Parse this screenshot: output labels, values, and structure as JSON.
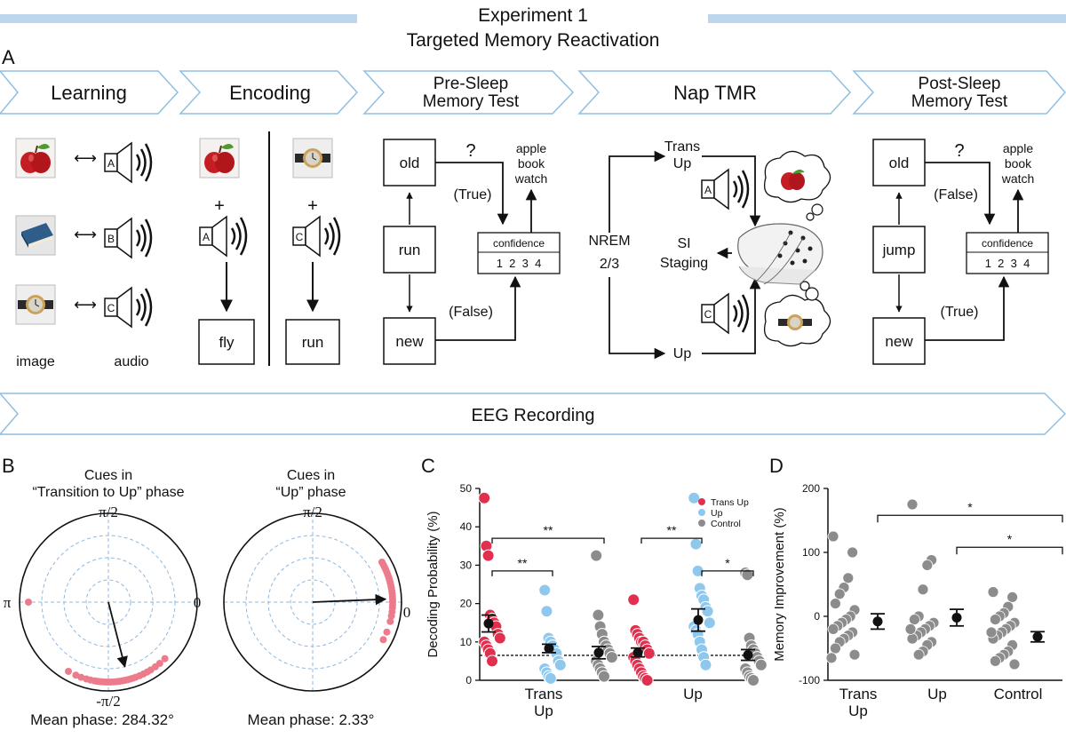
{
  "header": {
    "line1": "Experiment 1",
    "line2": "Targeted Memory Reactivation",
    "accent_color": "#bcd6ee"
  },
  "panel_labels": {
    "a": "A",
    "b": "B",
    "c": "C",
    "d": "D"
  },
  "steps": [
    {
      "label_1": "Learning",
      "label_2": ""
    },
    {
      "label_1": "Encoding",
      "label_2": ""
    },
    {
      "label_1": "Pre-Sleep",
      "label_2": "Memory Test"
    },
    {
      "label_1": "Nap TMR",
      "label_2": ""
    },
    {
      "label_1": "Post-Sleep",
      "label_2": "Memory Test"
    }
  ],
  "learning": {
    "pairs": [
      {
        "image_icon": "apple-icon",
        "sound": "A"
      },
      {
        "image_icon": "book-icon",
        "sound": "B"
      },
      {
        "image_icon": "watch-icon",
        "sound": "C"
      }
    ],
    "arrow_symbol": "⟷",
    "caption_image": "image",
    "caption_audio": "audio"
  },
  "encoding": {
    "plus": "+",
    "left": {
      "image_icon": "apple-icon",
      "sound": "A",
      "word": "fly"
    },
    "right": {
      "image_icon": "watch-icon",
      "sound": "C",
      "word": "run"
    }
  },
  "pre_test": {
    "box_top": "old",
    "box_mid": "run",
    "box_bottom": "new",
    "question": "?",
    "true_label": "(True)",
    "false_label": "(False)",
    "answers": [
      "apple",
      "book",
      "watch"
    ],
    "confidence_label": "confidence",
    "confidence_scale": "1  2  3  4"
  },
  "nap": {
    "trans_line1": "Trans",
    "trans_line2": "Up",
    "nrem_line1": "NREM",
    "nrem_line2": "2/3",
    "si_line1": "SI",
    "si_line2": "Staging",
    "up_label": "Up",
    "sound_top": "A",
    "sound_bottom": "C"
  },
  "post_test": {
    "box_top": "old",
    "box_mid": "jump",
    "box_bottom": "new",
    "question": "?",
    "false_label": "(False)",
    "true_label": "(True)",
    "answers": [
      "apple",
      "book",
      "watch"
    ],
    "confidence_label": "confidence",
    "confidence_scale": "1  2  3  4"
  },
  "eeg_label": "EEG Recording",
  "polar": {
    "left": {
      "title_1": "Cues in",
      "title_2": "“Transition to Up” phase",
      "label_top": "π/2",
      "label_left": "π",
      "label_right": "0",
      "label_bottom": "-π/2",
      "mean_caption": "Mean phase: 284.32°",
      "mean_phase_deg": 284.32,
      "resultant_length": 0.75,
      "points_deg": [
        180,
        240,
        246,
        250,
        254,
        257,
        260,
        262,
        264,
        266,
        268,
        270,
        272,
        274,
        276,
        278,
        280,
        282,
        284,
        286,
        288,
        290,
        293,
        296,
        299,
        302,
        306,
        310,
        315
      ]
    },
    "right": {
      "title_1": "Cues in",
      "title_2": "“Up” phase",
      "label_top": "π/2",
      "label_right": "0",
      "label_bottom": "",
      "mean_caption": "Mean phase: 2.33°",
      "mean_phase_deg": 2.33,
      "resultant_length": 0.82,
      "points_deg": [
        -28,
        -22,
        -14,
        -10,
        -7,
        -4,
        -2,
        0,
        2,
        4,
        6,
        8,
        10,
        12,
        14,
        16,
        18,
        20,
        22,
        24,
        26,
        28,
        30
      ]
    },
    "point_color": "#ec7b8c",
    "grid_color": "#8fb8e0"
  },
  "chart_data": [
    {
      "type": "scatter",
      "title": "",
      "ylabel": "Decoding Probability (%)",
      "xlabel": "",
      "ylim": [
        0,
        50
      ],
      "yticks": [
        0,
        10,
        20,
        30,
        40,
        50
      ],
      "groups": [
        {
          "line1": "Trans",
          "line2": "Up"
        },
        {
          "line1": "Up",
          "line2": ""
        }
      ],
      "chance_level": 6.5,
      "legend": {
        "position": "top-right"
      },
      "series": [
        {
          "name": "Trans Up",
          "color": "#e0304e",
          "values": [
            [
              47.5,
              35,
              32.5,
              17,
              16,
              15,
              14,
              12,
              11,
              10,
              9,
              8,
              7,
              5
            ],
            [
              21,
              13,
              12,
              11,
              10,
              10,
              9,
              8,
              7,
              6,
              5,
              4,
              3,
              2,
              1,
              0.5,
              0
            ]
          ],
          "mean": [
            14.8,
            7.2
          ],
          "se_low": [
            12.6,
            6.1
          ],
          "se_high": [
            17.0,
            8.4
          ]
        },
        {
          "name": "Up",
          "color": "#8ec8ee",
          "values": [
            [
              23.5,
              18,
              11,
              10,
              9,
              8,
              7,
              5,
              4,
              3,
              2,
              1,
              0.5
            ],
            [
              47.5,
              35.5,
              28.5,
              24,
              22,
              21,
              19,
              18,
              15,
              14,
              13,
              12,
              10,
              8,
              6,
              4
            ]
          ],
          "mean": [
            8.3,
            15.7
          ],
          "se_low": [
            7.2,
            12.8
          ],
          "se_high": [
            9.4,
            18.6
          ]
        },
        {
          "name": "Control",
          "color": "#8c8c8c",
          "values": [
            [
              32.5,
              17,
              14,
              12,
              10,
              9,
              8,
              7,
              6,
              5,
              4,
              3,
              2,
              1
            ],
            [
              28,
              27.5,
              11,
              9,
              8,
              7,
              6,
              5,
              4,
              3,
              2,
              1,
              0.5,
              0
            ]
          ],
          "mean": [
            7.2,
            6.6
          ],
          "se_low": [
            5.6,
            5.2
          ],
          "se_high": [
            8.8,
            8.0
          ]
        }
      ],
      "significance": [
        {
          "group": 0,
          "from": 0,
          "to": 1,
          "y": 28.5,
          "label": "**"
        },
        {
          "group": 0,
          "from": 0,
          "to": 2,
          "y": 37,
          "label": "**"
        },
        {
          "group": 1,
          "from": 0,
          "to": 1,
          "y": 37,
          "label": "**"
        },
        {
          "group": 1,
          "from": 1,
          "to": 2,
          "y": 28.5,
          "label": "*"
        }
      ]
    },
    {
      "type": "scatter",
      "title": "",
      "ylabel": "Memory Improvement (%)",
      "xlabel": "",
      "ylim": [
        -100,
        200
      ],
      "yticks": [
        -100,
        0,
        100,
        200
      ],
      "categories": [
        {
          "line1": "Trans",
          "line2": "Up"
        },
        {
          "line1": "Up",
          "line2": ""
        },
        {
          "line1": "Control",
          "line2": ""
        }
      ],
      "color": "#8c8c8c",
      "values": [
        [
          125,
          100,
          60,
          45,
          35,
          20,
          10,
          0,
          -5,
          -10,
          -15,
          -20,
          -25,
          -30,
          -35,
          -40,
          -50,
          -60,
          -65
        ],
        [
          175,
          88,
          80,
          42,
          0,
          -5,
          -10,
          -15,
          -20,
          -25,
          -30,
          -35,
          -40,
          -45,
          -55,
          -60,
          -20
        ],
        [
          38,
          30,
          15,
          5,
          0,
          -5,
          -10,
          -15,
          -20,
          -25,
          -30,
          -35,
          -45,
          -55,
          -60,
          -65,
          -70,
          -75,
          -25
        ]
      ],
      "mean": [
        -8,
        -2,
        -32
      ],
      "se_low": [
        -20,
        -15,
        -40
      ],
      "se_high": [
        4,
        11,
        -24
      ],
      "significance": [
        {
          "from": 0,
          "to": 2,
          "y": 158,
          "label": "*"
        },
        {
          "from": 1,
          "to": 2,
          "y": 108,
          "label": "*"
        }
      ]
    }
  ]
}
